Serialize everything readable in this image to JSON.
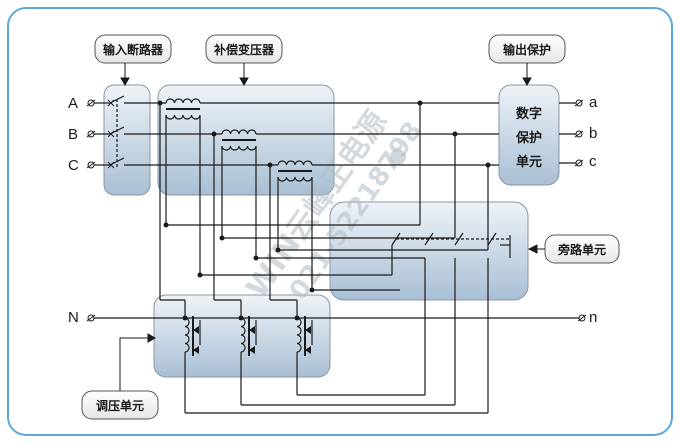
{
  "callouts": {
    "input_breaker": "输入断路器",
    "comp_transformer": "补偿变压器",
    "output_protection": "输出保护",
    "bypass_unit": "旁路单元",
    "regulation_unit": "调压单元"
  },
  "protection_unit": {
    "line1": "数字",
    "line2": "保护",
    "line3": "单元"
  },
  "inputs": {
    "a": "A",
    "b": "B",
    "c": "C",
    "n": "N"
  },
  "outputs": {
    "a": "a",
    "b": "b",
    "c": "c",
    "n": "n"
  },
  "watermark": {
    "brand": "WIN云峰正电源",
    "phone": "021-52218798"
  },
  "colors": {
    "frame": "#5ba7d8",
    "box_fill_top": "#e9f0f7",
    "box_fill_bottom": "#a9bfd4",
    "box_stroke": "#7f8d99"
  }
}
